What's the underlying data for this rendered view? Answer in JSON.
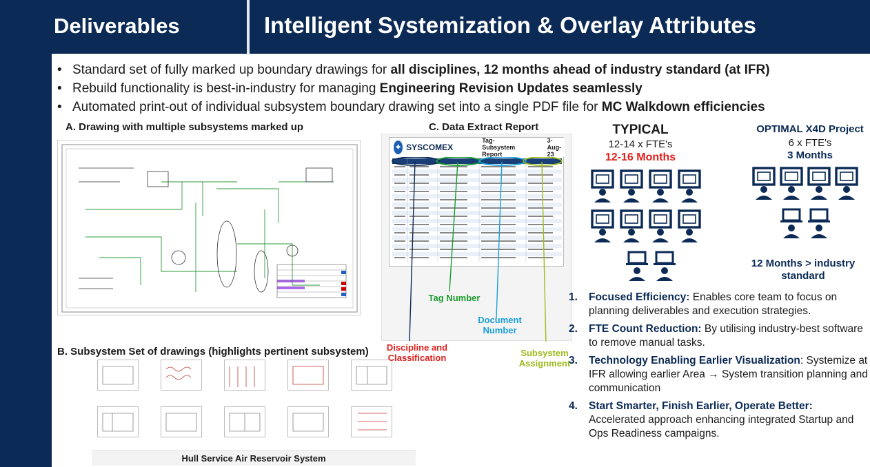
{
  "header": {
    "left_title": "Deliverables",
    "right_title": "Intelligent Systemization & Overlay Attributes"
  },
  "bullets": [
    {
      "prefix": "Standard set of fully marked up boundary drawings for ",
      "bold": "all disciplines, 12 months ahead of industry standard (at IFR)"
    },
    {
      "prefix": "Rebuild functionality is best-in-industry for managing ",
      "bold": "Engineering Revision Updates seamlessly"
    },
    {
      "prefix": "Automated print-out of individual subsystem boundary drawing set into a single PDF file for ",
      "bold": "MC Walkdown efficiencies"
    }
  ],
  "section_a": {
    "title": "A. Drawing with multiple subsystems marked up"
  },
  "section_b": {
    "title": "B. Subsystem Set of drawings (highlights pertinent subsystem)",
    "caption": "Hull Service Air Reservoir System"
  },
  "section_c": {
    "title": "C. Data Extract Report",
    "brand": "SYSCOMEX",
    "report_title": "Tag-Subsystem Report",
    "report_date": "3-Aug-23",
    "callout_tag": "Tag Number",
    "callout_doc": "Document Number",
    "callout_disc": "Discipline and Classification",
    "callout_sub": "Subsystem Assignment"
  },
  "typical": {
    "title": "TYPICAL",
    "fte": "12-14 x FTE's",
    "duration": "12-16 Months"
  },
  "optimal": {
    "title": "OPTIMAL X4D Project",
    "fte": "6 x FTE's",
    "duration": "3 Months",
    "note": "12 Months > industry standard"
  },
  "benefits": [
    {
      "num": "1.",
      "bold": "Focused Efficiency:",
      "text": " Enables core team to focus on planning deliverables and execution strategies."
    },
    {
      "num": "2.",
      "bold": "FTE Count Reduction:",
      "text": " By utilising industry-best software to remove manual tasks."
    },
    {
      "num": "3.",
      "bold": "Technology Enabling Earlier Visualization",
      "text": ": Systemize at IFR allowing earlier Area → System transition planning and communication"
    },
    {
      "num": "4.",
      "bold": "Start Smarter, Finish Earlier, Operate Better:",
      "text": " Accelerated approach enhancing integrated Startup and Ops Readiness campaigns."
    }
  ],
  "colors": {
    "navy": "#0b2a55",
    "red": "#e0201c",
    "green": "#1a9b2c",
    "cyan": "#1aa0d8",
    "lime": "#9cbb1c"
  }
}
